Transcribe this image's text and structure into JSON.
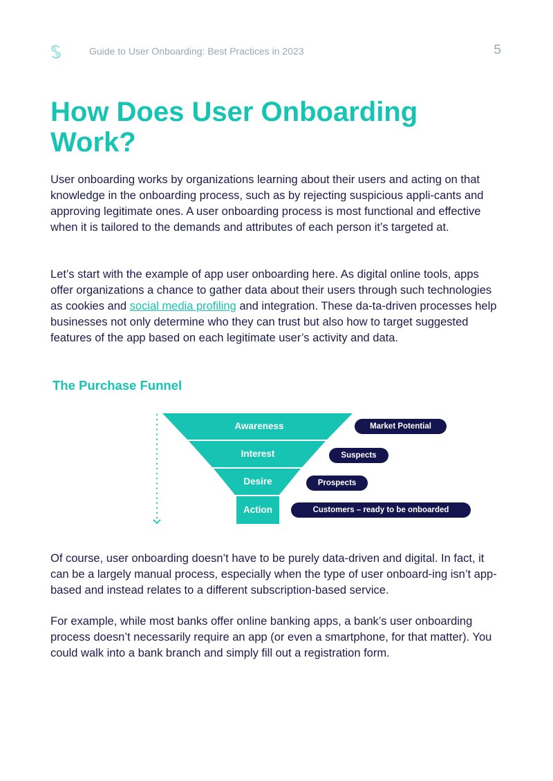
{
  "header": {
    "running_title": "Guide to User Onboarding: Best Practices in 2023",
    "page_number": "5"
  },
  "heading": "How Does User Onboarding Work?",
  "paragraphs": {
    "p1": "User onboarding works by organizations learning about their users and acting on that knowledge in the onboarding process, such as by rejecting suspicious appli-cants and approving legitimate ones. A user onboarding process is most functional and effective when it is tailored to the demands and attributes of each person it’s targeted at.",
    "p2_before": "Let’s start with the example of app user onboarding here. As digital online tools, apps offer organizations a chance to gather data about their users through such technologies as cookies and ",
    "p2_link": "social media profiling",
    "p2_after": " and integration. These da-ta-driven processes help businesses not only determine who they can trust but also how to target suggested features of the app based on each legitimate user’s activity and data.",
    "p3": "Of course, user onboarding doesn’t have to be purely data-driven and digital. In fact, it can be a largely manual process, especially when the type of user onboard-ing isn’t app-based and instead relates to a different subscription-based service.",
    "p4": "For example, while most banks offer online banking apps, a bank’s user onboarding process doesn’t necessarily require an app (or even a smartphone, for that matter). You could walk into a bank branch and simply fill out a registration form."
  },
  "funnel": {
    "title": "The Purchase Funnel",
    "stages": [
      {
        "stage": "Awareness",
        "tag": "Market Potential"
      },
      {
        "stage": "Interest",
        "tag": "Suspects"
      },
      {
        "stage": "Desire",
        "tag": "Prospects"
      },
      {
        "stage": "Action",
        "tag": "Customers – ready to be onboarded"
      }
    ]
  },
  "colors": {
    "accent": "#17c3b2",
    "navy": "#14144e",
    "text": "#1b1b4b",
    "muted": "#9aa7b4"
  }
}
